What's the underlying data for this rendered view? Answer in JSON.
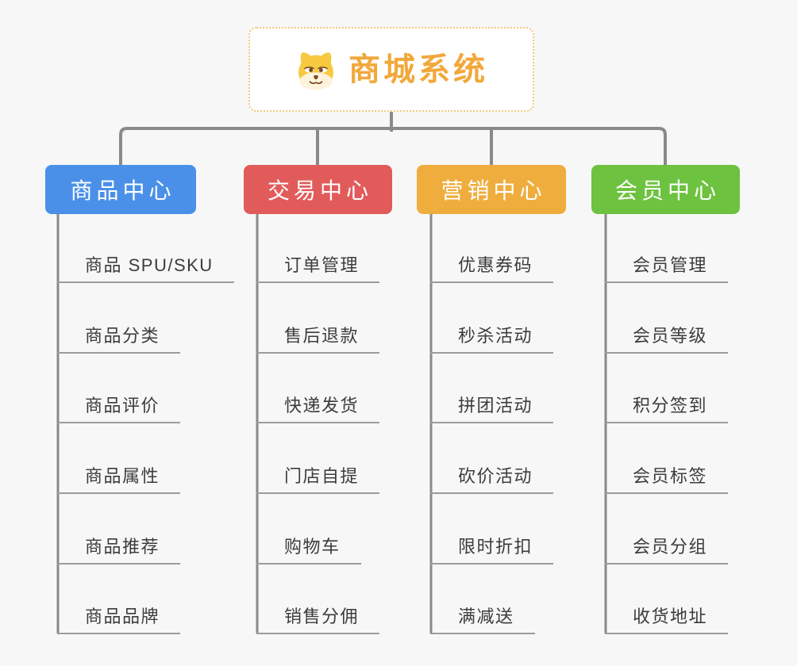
{
  "root": {
    "title": "商城系统",
    "icon": "dog-icon"
  },
  "branches": [
    {
      "label": "商品中心",
      "color": "#4B90E8",
      "children": [
        "商品 SPU/SKU",
        "商品分类",
        "商品评价",
        "商品属性",
        "商品推荐",
        "商品品牌"
      ]
    },
    {
      "label": "交易中心",
      "color": "#E25B5B",
      "children": [
        "订单管理",
        "售后退款",
        "快递发货",
        "门店自提",
        "购物车",
        "销售分佣"
      ]
    },
    {
      "label": "营销中心",
      "color": "#EFAD3D",
      "children": [
        "优惠券码",
        "秒杀活动",
        "拼团活动",
        "砍价活动",
        "限时折扣",
        "满减送"
      ]
    },
    {
      "label": "会员中心",
      "color": "#6DC23F",
      "children": [
        "会员管理",
        "会员等级",
        "积分签到",
        "会员标签",
        "会员分组",
        "收货地址"
      ]
    }
  ],
  "colors": {
    "background": "#F7F7F7",
    "connector": "#8A8A8A",
    "leaf_underline": "#9C9C9C",
    "leaf_text": "#3C3C3C",
    "root_text": "#F1A83B",
    "root_border": "#F3C878",
    "branch_text": "#FFFFFF"
  }
}
